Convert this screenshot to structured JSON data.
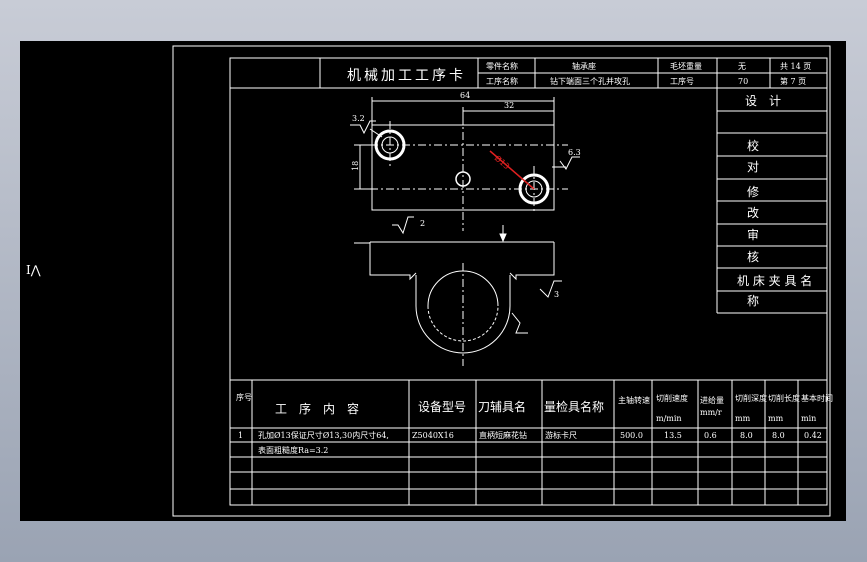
{
  "side_mark": "I⋀",
  "header": {
    "card_title": "机械加工工序卡",
    "part_name_label": "零件名称",
    "part_name": "轴承座",
    "op_name_label": "工序名称",
    "op_name": "钻下端面三个孔并攻孔",
    "material_label": "毛坯重量",
    "material": "无",
    "total_pages": "共 14 页",
    "op_no_label": "工序号",
    "op_no": "70",
    "page_no": "第 7 页"
  },
  "signatures": [
    "设　计",
    "校",
    "对",
    "修",
    "改",
    "审",
    "核",
    "机 床 夹 具 名",
    "称"
  ],
  "dims": {
    "d64": "64",
    "d32": "32",
    "d3_2a": "3.2",
    "d3_2b": "6.3",
    "d18": "18",
    "dia13": "Ø13",
    "mark2": "2",
    "mark3": "3"
  },
  "table": {
    "headers": {
      "seq": "序号",
      "content": "工　序　内　容",
      "equipment": "设备型号",
      "tool": "刀辅具名",
      "gauge": "量检具名称",
      "spindle": "主轴转速",
      "cut_speed": "切削速度",
      "feed": "进给量",
      "depth": "切削深度",
      "length": "切削长度",
      "time": "基本时间"
    },
    "units": {
      "cut_speed": "m/min",
      "feed": "mm/r",
      "depth": "mm",
      "length": "mm",
      "time": "min"
    },
    "rows": [
      {
        "seq": "1",
        "content": "孔加Ø13保证尺寸Ø13,30内尺寸64,",
        "equipment": "Z5040X16",
        "tool": "直柄短麻花钻",
        "gauge": "游标卡尺",
        "spindle": "500.0",
        "cut_speed": "13.5",
        "feed": "0.6",
        "depth": "8.0",
        "length": "8.0",
        "time": "0.42"
      },
      {
        "seq": "",
        "content": "表面粗糙度Ra=3.2",
        "equipment": "",
        "tool": "",
        "gauge": "",
        "spindle": "",
        "cut_speed": "",
        "feed": "",
        "depth": "",
        "length": "",
        "time": ""
      }
    ]
  }
}
